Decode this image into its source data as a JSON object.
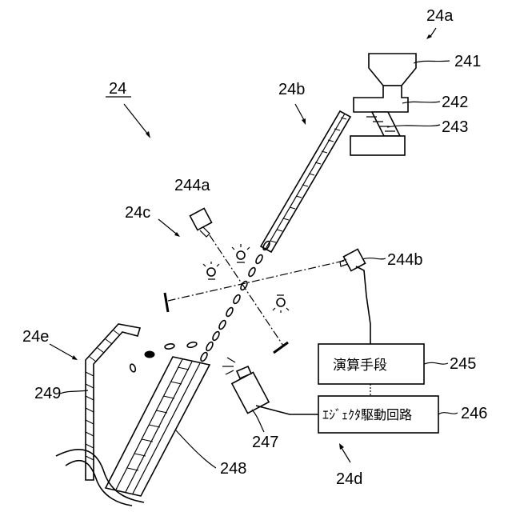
{
  "labels": {
    "l24": "24",
    "l24a": "24a",
    "l24b": "24b",
    "l24c": "24c",
    "l24d": "24d",
    "l24e": "24e",
    "l241": "241",
    "l242": "242",
    "l243": "243",
    "l244a": "244a",
    "l244b": "244b",
    "l245": "245",
    "l246": "246",
    "l247": "247",
    "l248": "248",
    "l249": "249"
  },
  "boxes": {
    "calc": "演算手段",
    "ejector": "ｴｼﾞｪｸﾀ駆動回路"
  }
}
